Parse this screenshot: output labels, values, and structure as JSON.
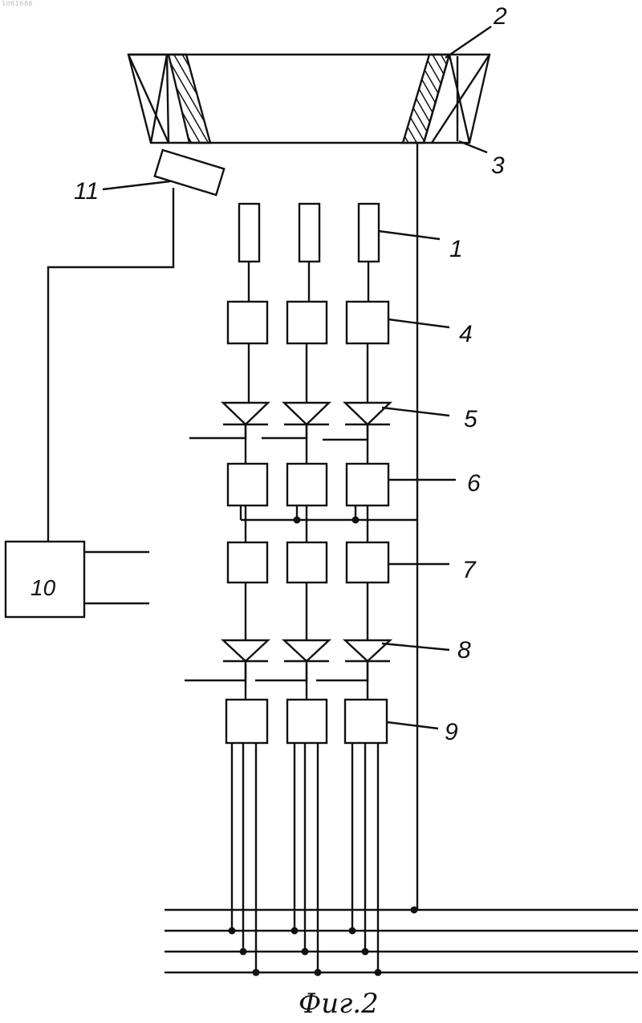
{
  "corner_text": "1061686",
  "labels": {
    "l1": "1",
    "l2": "2",
    "l3": "3",
    "l4": "4",
    "l5": "5",
    "l6": "6",
    "l7": "7",
    "l8": "8",
    "l9": "9",
    "l10": "10",
    "l11": "11"
  },
  "caption": "Фиг.2"
}
